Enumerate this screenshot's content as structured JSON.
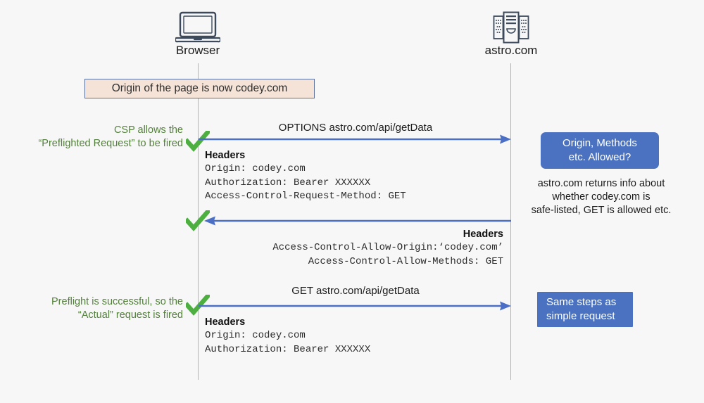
{
  "diagram": {
    "title": "CORS preflighted request sequence",
    "background": "#f7f7f7",
    "colors": {
      "arrow_blue": "#4a6fc4",
      "lifeline_blue": "#9fb6dd",
      "check_green": "#4caf3f",
      "note_green": "#53803b",
      "box_blue": "#4a72c0",
      "banner_bg": "#f5e3d7",
      "banner_border": "#5b6f9b",
      "icon_gray": "#3d4a5c"
    }
  },
  "actors": {
    "client": {
      "label": "Browser",
      "icon": "laptop-icon"
    },
    "server": {
      "label": "astro.com",
      "icon": "server-icon"
    }
  },
  "banner": {
    "text": "Origin of the page is now codey.com"
  },
  "steps": [
    {
      "id": "preflight-request",
      "note_lines": [
        "CSP allows the",
        "“Preflighted Request” to be fired"
      ],
      "check": "green-check-icon",
      "arrow_label": "OPTIONS astro.com/api/getData",
      "arrow_direction": "right",
      "headers_title": "Headers",
      "headers_lines": [
        "Origin: codey.com",
        "Authorization: Bearer XXXXXX",
        "Access-Control-Request-Method: GET"
      ],
      "headers_align": "left"
    },
    {
      "id": "preflight-response",
      "note_lines": [],
      "check": "green-check-icon",
      "arrow_label": "",
      "arrow_direction": "left",
      "headers_title": "Headers",
      "headers_lines": [
        "Access-Control-Allow-Origin:‘codey.com’",
        "Access-Control-Allow-Methods: GET"
      ],
      "headers_align": "right"
    },
    {
      "id": "actual-request",
      "note_lines": [
        "Preflight is successful, so the",
        "“Actual” request is fired"
      ],
      "check": "green-check-icon",
      "arrow_label": "GET astro.com/api/getData",
      "arrow_direction": "right",
      "headers_title": "Headers",
      "headers_lines": [
        "Origin: codey.com",
        "Authorization: Bearer XXXXXX"
      ],
      "headers_align": "left"
    }
  ],
  "callouts": {
    "preflight_check": {
      "lines": [
        "Origin, Methods",
        "etc. Allowed?"
      ],
      "shape": "rounded"
    },
    "preflight_explainer": {
      "lines": [
        "astro.com returns info about",
        "whether codey.com is",
        "safe-listed, GET is allowed etc."
      ]
    },
    "actual_check": {
      "lines": [
        "Same steps as",
        "simple request"
      ],
      "shape": "square"
    }
  }
}
